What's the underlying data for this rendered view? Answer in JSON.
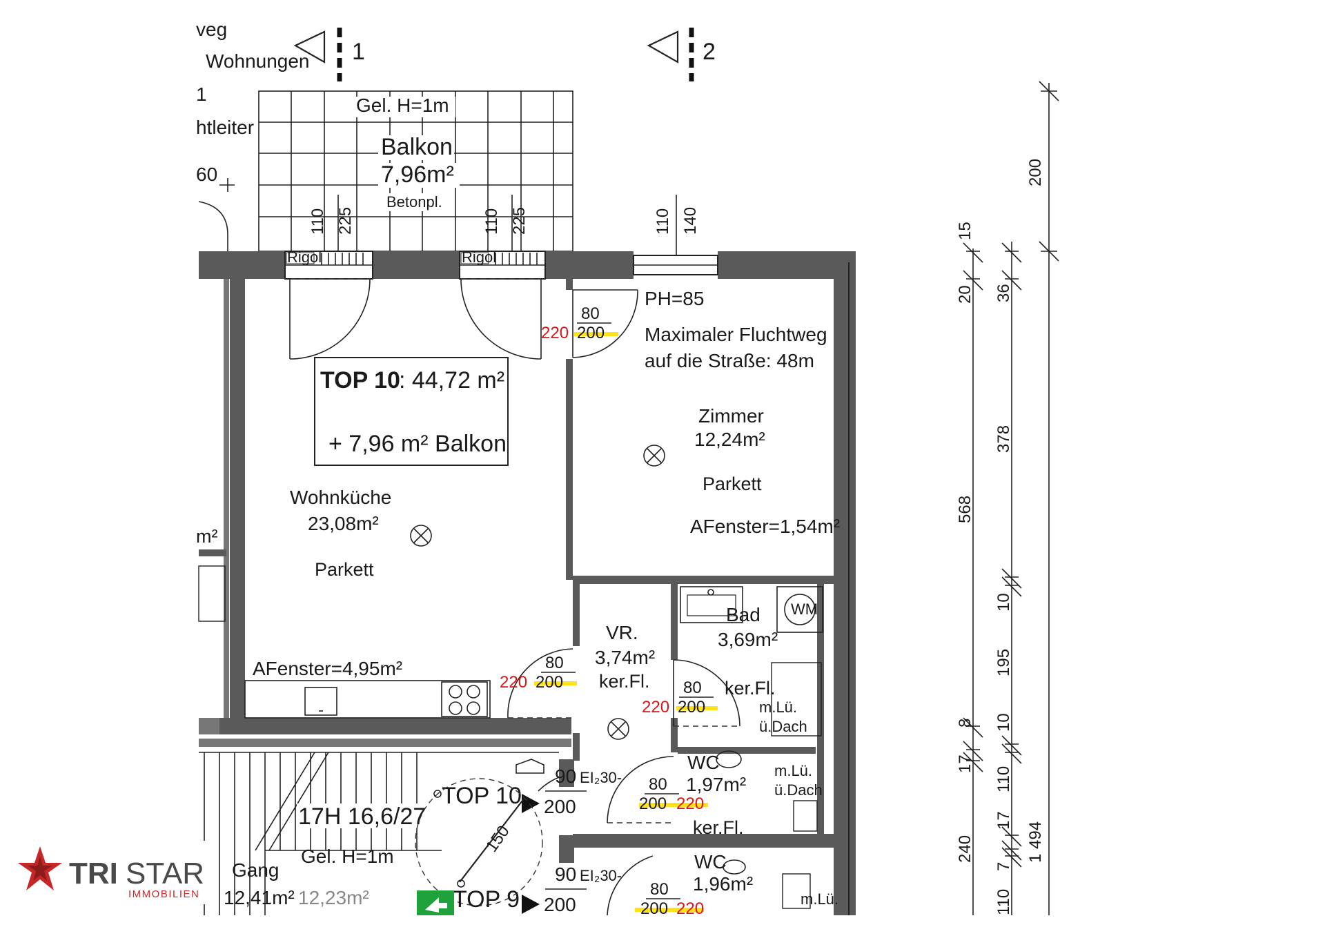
{
  "sections": {
    "section1": "1",
    "section2": "2"
  },
  "fragments": {
    "weg": "veg",
    "wohnungen": "Wohnungen",
    "one": "1",
    "leiter": "htleiter",
    "sixty": "60",
    "m2_left": "m²"
  },
  "balkon": {
    "railing": "Gel. H=1m",
    "name": "Balkon",
    "area": "7,96m²",
    "material": "Betonpl."
  },
  "windows": [
    {
      "label": "Rigol",
      "parapet": "110",
      "height": "225"
    },
    {
      "label": "Rigol",
      "parapet": "110",
      "height": "225"
    },
    {
      "label": "",
      "parapet": "110",
      "height": "140"
    }
  ],
  "summary": {
    "unit": "TOP 10",
    "area": ": 44,72 m²",
    "extra": "+ 7,96 m² Balkon"
  },
  "rooms": {
    "wohnkueche": {
      "name": "Wohnküche",
      "area": "23,08m²",
      "floor": "Parkett",
      "window_area": "AFenster=4,95m²"
    },
    "zimmer": {
      "name": "Zimmer",
      "area": "12,24m²",
      "floor": "Parkett",
      "window_area": "AFenster=1,54m²",
      "ph": "PH=85",
      "escape1": "Maximaler Fluchtweg",
      "escape2": "auf die Straße: 48m"
    },
    "vr": {
      "name": "VR.",
      "area": "3,74m²",
      "floor": "ker.Fl."
    },
    "bad": {
      "name": "Bad",
      "area": "3,69m²",
      "floor": "ker.Fl.",
      "vent1": "m.Lü.",
      "vent2": "ü.Dach"
    },
    "wc1": {
      "name": "WC",
      "area": "1,97m²",
      "floor": "ker.Fl.",
      "vent1": "m.Lü.",
      "vent2": "ü.Dach"
    },
    "wc2": {
      "name": "WC",
      "area": "1,96m²",
      "vent": "m.Lü."
    },
    "gang": {
      "name": "Gang",
      "area": "12,41m²",
      "area2": "12,23m²",
      "railing": "Gel. H=1m",
      "stairs": "17H 16,6/27"
    }
  },
  "doors": {
    "d_zimmer": {
      "width": "80",
      "wall": "220",
      "height": "200"
    },
    "d_kueche": {
      "width": "80",
      "wall": "220",
      "height": "200"
    },
    "d_bad": {
      "width": "80",
      "wall": "220",
      "height": "200"
    },
    "d_wc1": {
      "width": "80",
      "height": "200",
      "wall": "220"
    },
    "d_wc2": {
      "width": "80",
      "height": "200",
      "wall": "220"
    },
    "d_entry10": {
      "width": "90",
      "rating": "EI₂30-",
      "height": "200",
      "label": "TOP 10"
    },
    "d_entry9": {
      "width": "90",
      "rating": "EI₂30-",
      "height": "200",
      "label": "TOP 9"
    },
    "stair_dim": "150"
  },
  "dims": {
    "outer_top": "200",
    "outer_total": "1 494",
    "mid": [
      "15",
      "20",
      "568",
      "17",
      "8",
      "240"
    ],
    "inner": [
      "36",
      "378",
      "10",
      "195",
      "10",
      "110",
      "17",
      "7",
      "110"
    ]
  },
  "brand": {
    "name_bold": "TRI",
    "name_light": "STAR",
    "tagline": "IMMOBILIEN",
    "color": "#c62828"
  }
}
